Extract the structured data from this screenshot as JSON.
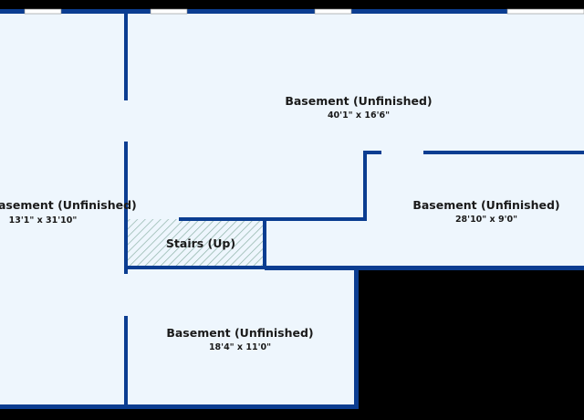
{
  "colors": {
    "background": "#000000",
    "floor": "#eef6fd",
    "wall": "#0b3d91",
    "stairs_hatch": "#8fb3a9",
    "window": "#ffffff",
    "text": "#1a1a1a"
  },
  "rooms": {
    "west": {
      "name": "asement (Unfinished)",
      "dims": "13'1\" x 31'10\""
    },
    "north": {
      "name": "Basement (Unfinished)",
      "dims": "40'1\" x 16'6\""
    },
    "east": {
      "name": "Basement (Unfinished)",
      "dims": "28'10\" x 9'0\""
    },
    "south": {
      "name": "Basement (Unfinished)",
      "dims": "18'4\" x 11'0\""
    },
    "stairs": {
      "name": "Stairs (Up)"
    }
  }
}
